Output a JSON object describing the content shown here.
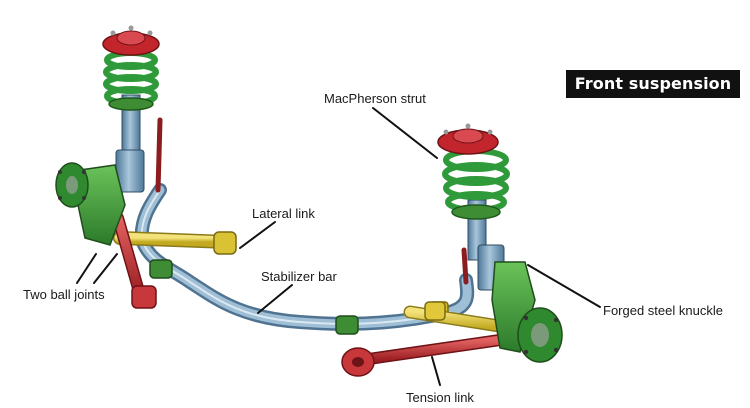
{
  "title": "Front suspension",
  "labels": {
    "macpherson_strut": "MacPherson strut",
    "lateral_link": "Lateral link",
    "stabilizer_bar": "Stabilizer bar",
    "two_ball_joints": "Two ball joints",
    "forged_steel_knuckle": "Forged steel knuckle",
    "tension_link": "Tension link"
  },
  "colors": {
    "spring": "#2f9a3a",
    "strut_body": "#6f9bbd",
    "mount": "#c2262c",
    "knuckle": "#4ea43f",
    "stabilizer_bar": "#8fb2cc",
    "lateral_link": "#e3cd3c",
    "tension_link": "#c83a3a",
    "badge_bg": "#111111"
  }
}
